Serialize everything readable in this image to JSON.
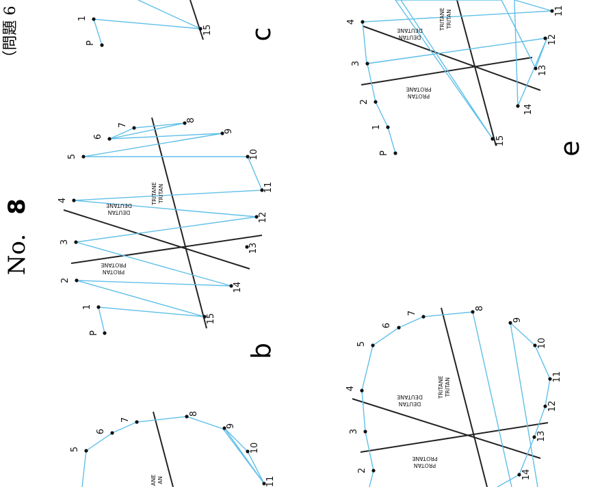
{
  "page": {
    "title_no": "No.",
    "title_num": "8",
    "corner_text": "（問題 6",
    "panel_b_letter": "b",
    "panel_c_letter": "c",
    "panel_e_letter": "e"
  },
  "colors": {
    "path": "#5fbfe8",
    "axis": "#222222",
    "dot": "#111111",
    "text": "#111111"
  },
  "axis_labels": {
    "protan_1": "PROTANE",
    "protan_2": "PROTAN",
    "deutan_1": "DEUTANE",
    "deutan_2": "DEUTAN",
    "tritan_1": "TRITANE",
    "tritan_2": "TRITAN",
    "tritan_1_partial": "ANE",
    "tritan_2_partial": "AN"
  },
  "cap_labels": {
    "P": "P",
    "c1": "1",
    "c2": "2",
    "c3": "3",
    "c4": "4",
    "c5": "5",
    "c6": "6",
    "c7": "7",
    "c8": "8",
    "c9": "9",
    "c10": "10",
    "c11": "11",
    "c12": "12",
    "c13": "13",
    "c14": "14",
    "c15": "15"
  }
}
